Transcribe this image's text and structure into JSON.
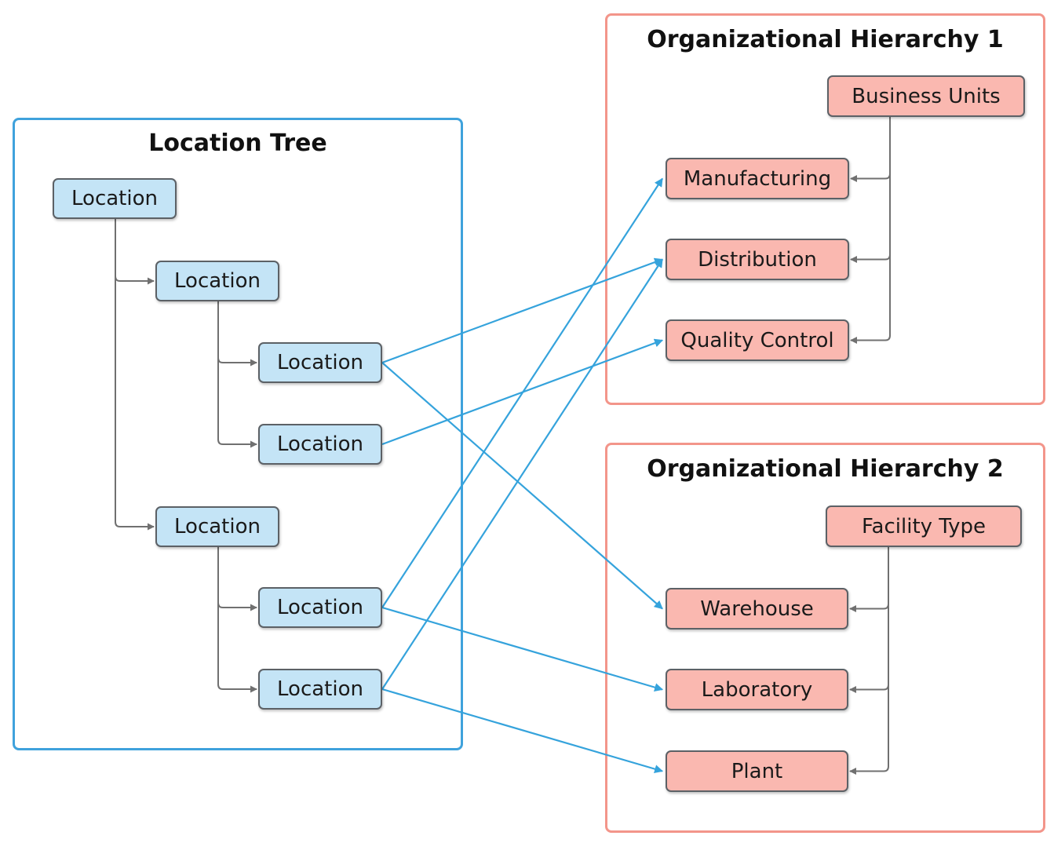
{
  "colors": {
    "location_fill": "#c4e4f6",
    "org_fill": "#fab8b0",
    "location_border": "#3fa2dc",
    "org_border": "#f3958a",
    "link": "#35a3dc",
    "tree_connector": "#707070"
  },
  "location_tree": {
    "title": "Location Tree",
    "nodes": [
      "Location",
      "Location",
      "Location",
      "Location",
      "Location",
      "Location",
      "Location"
    ]
  },
  "org1": {
    "title": "Organizational Hierarchy 1",
    "root": "Business Units",
    "children": [
      "Manufacturing",
      "Distribution",
      "Quality Control"
    ]
  },
  "org2": {
    "title": "Organizational Hierarchy 2",
    "root": "Facility Type",
    "children": [
      "Warehouse",
      "Laboratory",
      "Plant"
    ]
  },
  "tree_edges": [
    [
      "loc-0",
      "loc-1"
    ],
    [
      "loc-0",
      "loc-4"
    ],
    [
      "loc-1",
      "loc-2"
    ],
    [
      "loc-1",
      "loc-3"
    ],
    [
      "loc-4",
      "loc-5"
    ],
    [
      "loc-4",
      "loc-6"
    ],
    [
      "bu",
      "manufacturing"
    ],
    [
      "bu",
      "distribution"
    ],
    [
      "bu",
      "quality-control"
    ],
    [
      "ft",
      "warehouse"
    ],
    [
      "ft",
      "laboratory"
    ],
    [
      "ft",
      "plant"
    ]
  ],
  "mappings": [
    [
      "loc-2",
      "distribution"
    ],
    [
      "loc-2",
      "warehouse"
    ],
    [
      "loc-3",
      "quality-control"
    ],
    [
      "loc-5",
      "manufacturing"
    ],
    [
      "loc-5",
      "laboratory"
    ],
    [
      "loc-6",
      "distribution"
    ],
    [
      "loc-6",
      "plant"
    ]
  ]
}
